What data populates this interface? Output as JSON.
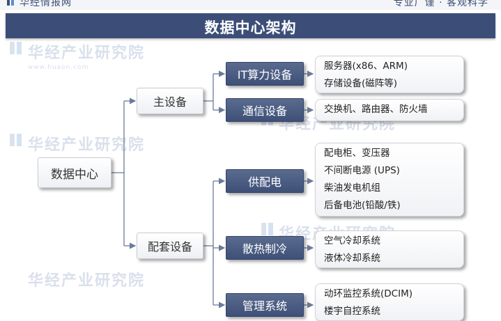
{
  "header": {
    "brand": "华经情报网",
    "slogan": "专业广谨 · 客观科学"
  },
  "title": "数据中心架构",
  "watermark": {
    "text": "华经产业研究院",
    "sub": "www.huaon.com"
  },
  "tree": {
    "root": "数据中心",
    "groups": [
      {
        "label": "主设备",
        "children": [
          {
            "label": "IT算力设备",
            "items": [
              "服务器(x86、ARM)",
              "存储设备(磁阵等)"
            ]
          },
          {
            "label": "通信设备",
            "items": [
              "交换机、路由器、防火墙"
            ]
          }
        ]
      },
      {
        "label": "配套设备",
        "children": [
          {
            "label": "供配电",
            "items": [
              "配电柜、变压器",
              "不间断电源 (UPS)",
              "柴油发电机组",
              "后备电池(铅酸/铁)"
            ]
          },
          {
            "label": "散热制冷",
            "items": [
              "空气冷却系统",
              "液体冷却系统"
            ]
          },
          {
            "label": "管理系统",
            "items": [
              "动环监控系统(DCIM)",
              "楼宇自控系统"
            ]
          }
        ]
      }
    ]
  },
  "colors": {
    "navy": "#3c4e78",
    "connector": "#6b7a9a"
  }
}
